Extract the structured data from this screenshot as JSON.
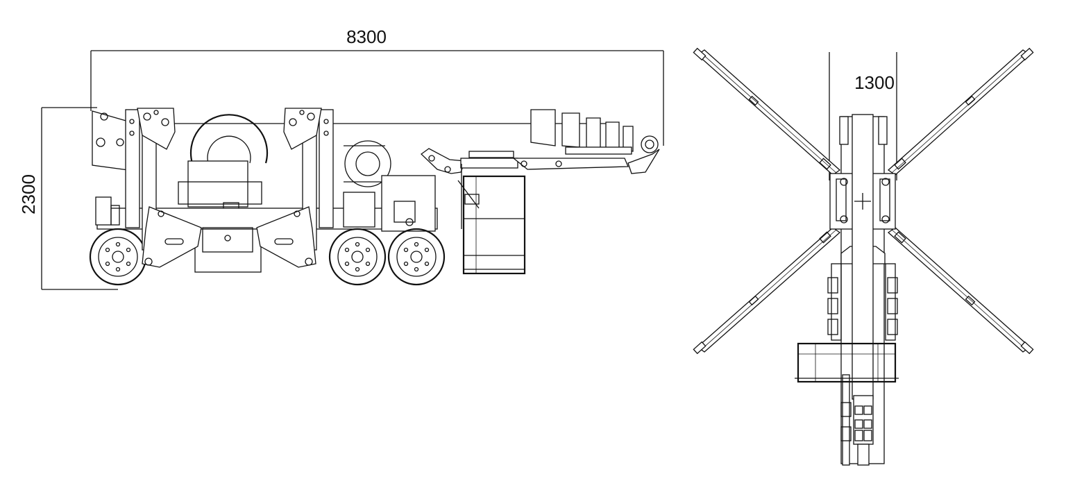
{
  "drawing": {
    "side_view": {
      "length_label": "8300",
      "height_label": "2300"
    },
    "top_view": {
      "width_label": "1300"
    }
  }
}
